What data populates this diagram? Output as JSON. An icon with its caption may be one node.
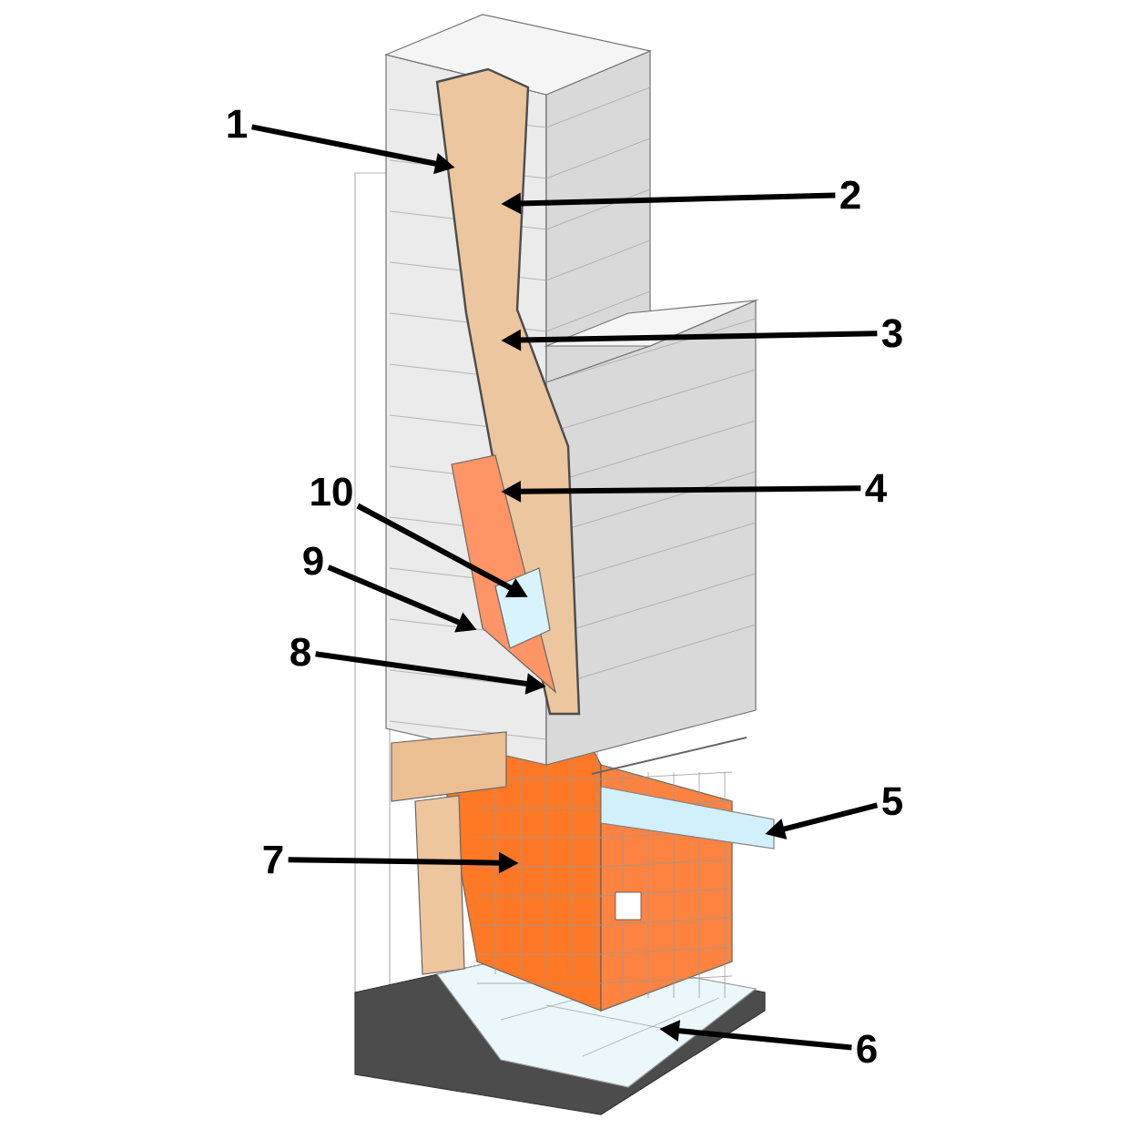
{
  "diagram": {
    "nodes": [
      {
        "text": [
          "1"
        ]
      },
      {
        "text": [
          "2"
        ]
      },
      {
        "text": [
          "3"
        ]
      },
      {
        "text": [
          "10"
        ]
      },
      {
        "text": [
          "4"
        ]
      },
      {
        "text": [
          "9"
        ]
      },
      {
        "text": [
          "8"
        ]
      },
      {
        "text": [
          "5"
        ]
      },
      {
        "text": [
          "7"
        ]
      },
      {
        "text": [
          "6"
        ]
      }
    ],
    "edges": [
      {
        "from": 0,
        "to": null,
        "arrow": "to"
      },
      {
        "from": 1,
        "to": null,
        "arrow": "to"
      },
      {
        "from": 2,
        "to": null,
        "arrow": "to"
      },
      {
        "from": 3,
        "to": null,
        "arrow": "to"
      },
      {
        "from": 4,
        "to": null,
        "arrow": "to"
      },
      {
        "from": 5,
        "to": null,
        "arrow": "to"
      },
      {
        "from": 6,
        "to": null,
        "arrow": "to"
      },
      {
        "from": 7,
        "to": null,
        "arrow": "to"
      },
      {
        "from": 8,
        "to": null,
        "arrow": "to"
      },
      {
        "from": 9,
        "to": null,
        "arrow": "to"
      }
    ]
  }
}
